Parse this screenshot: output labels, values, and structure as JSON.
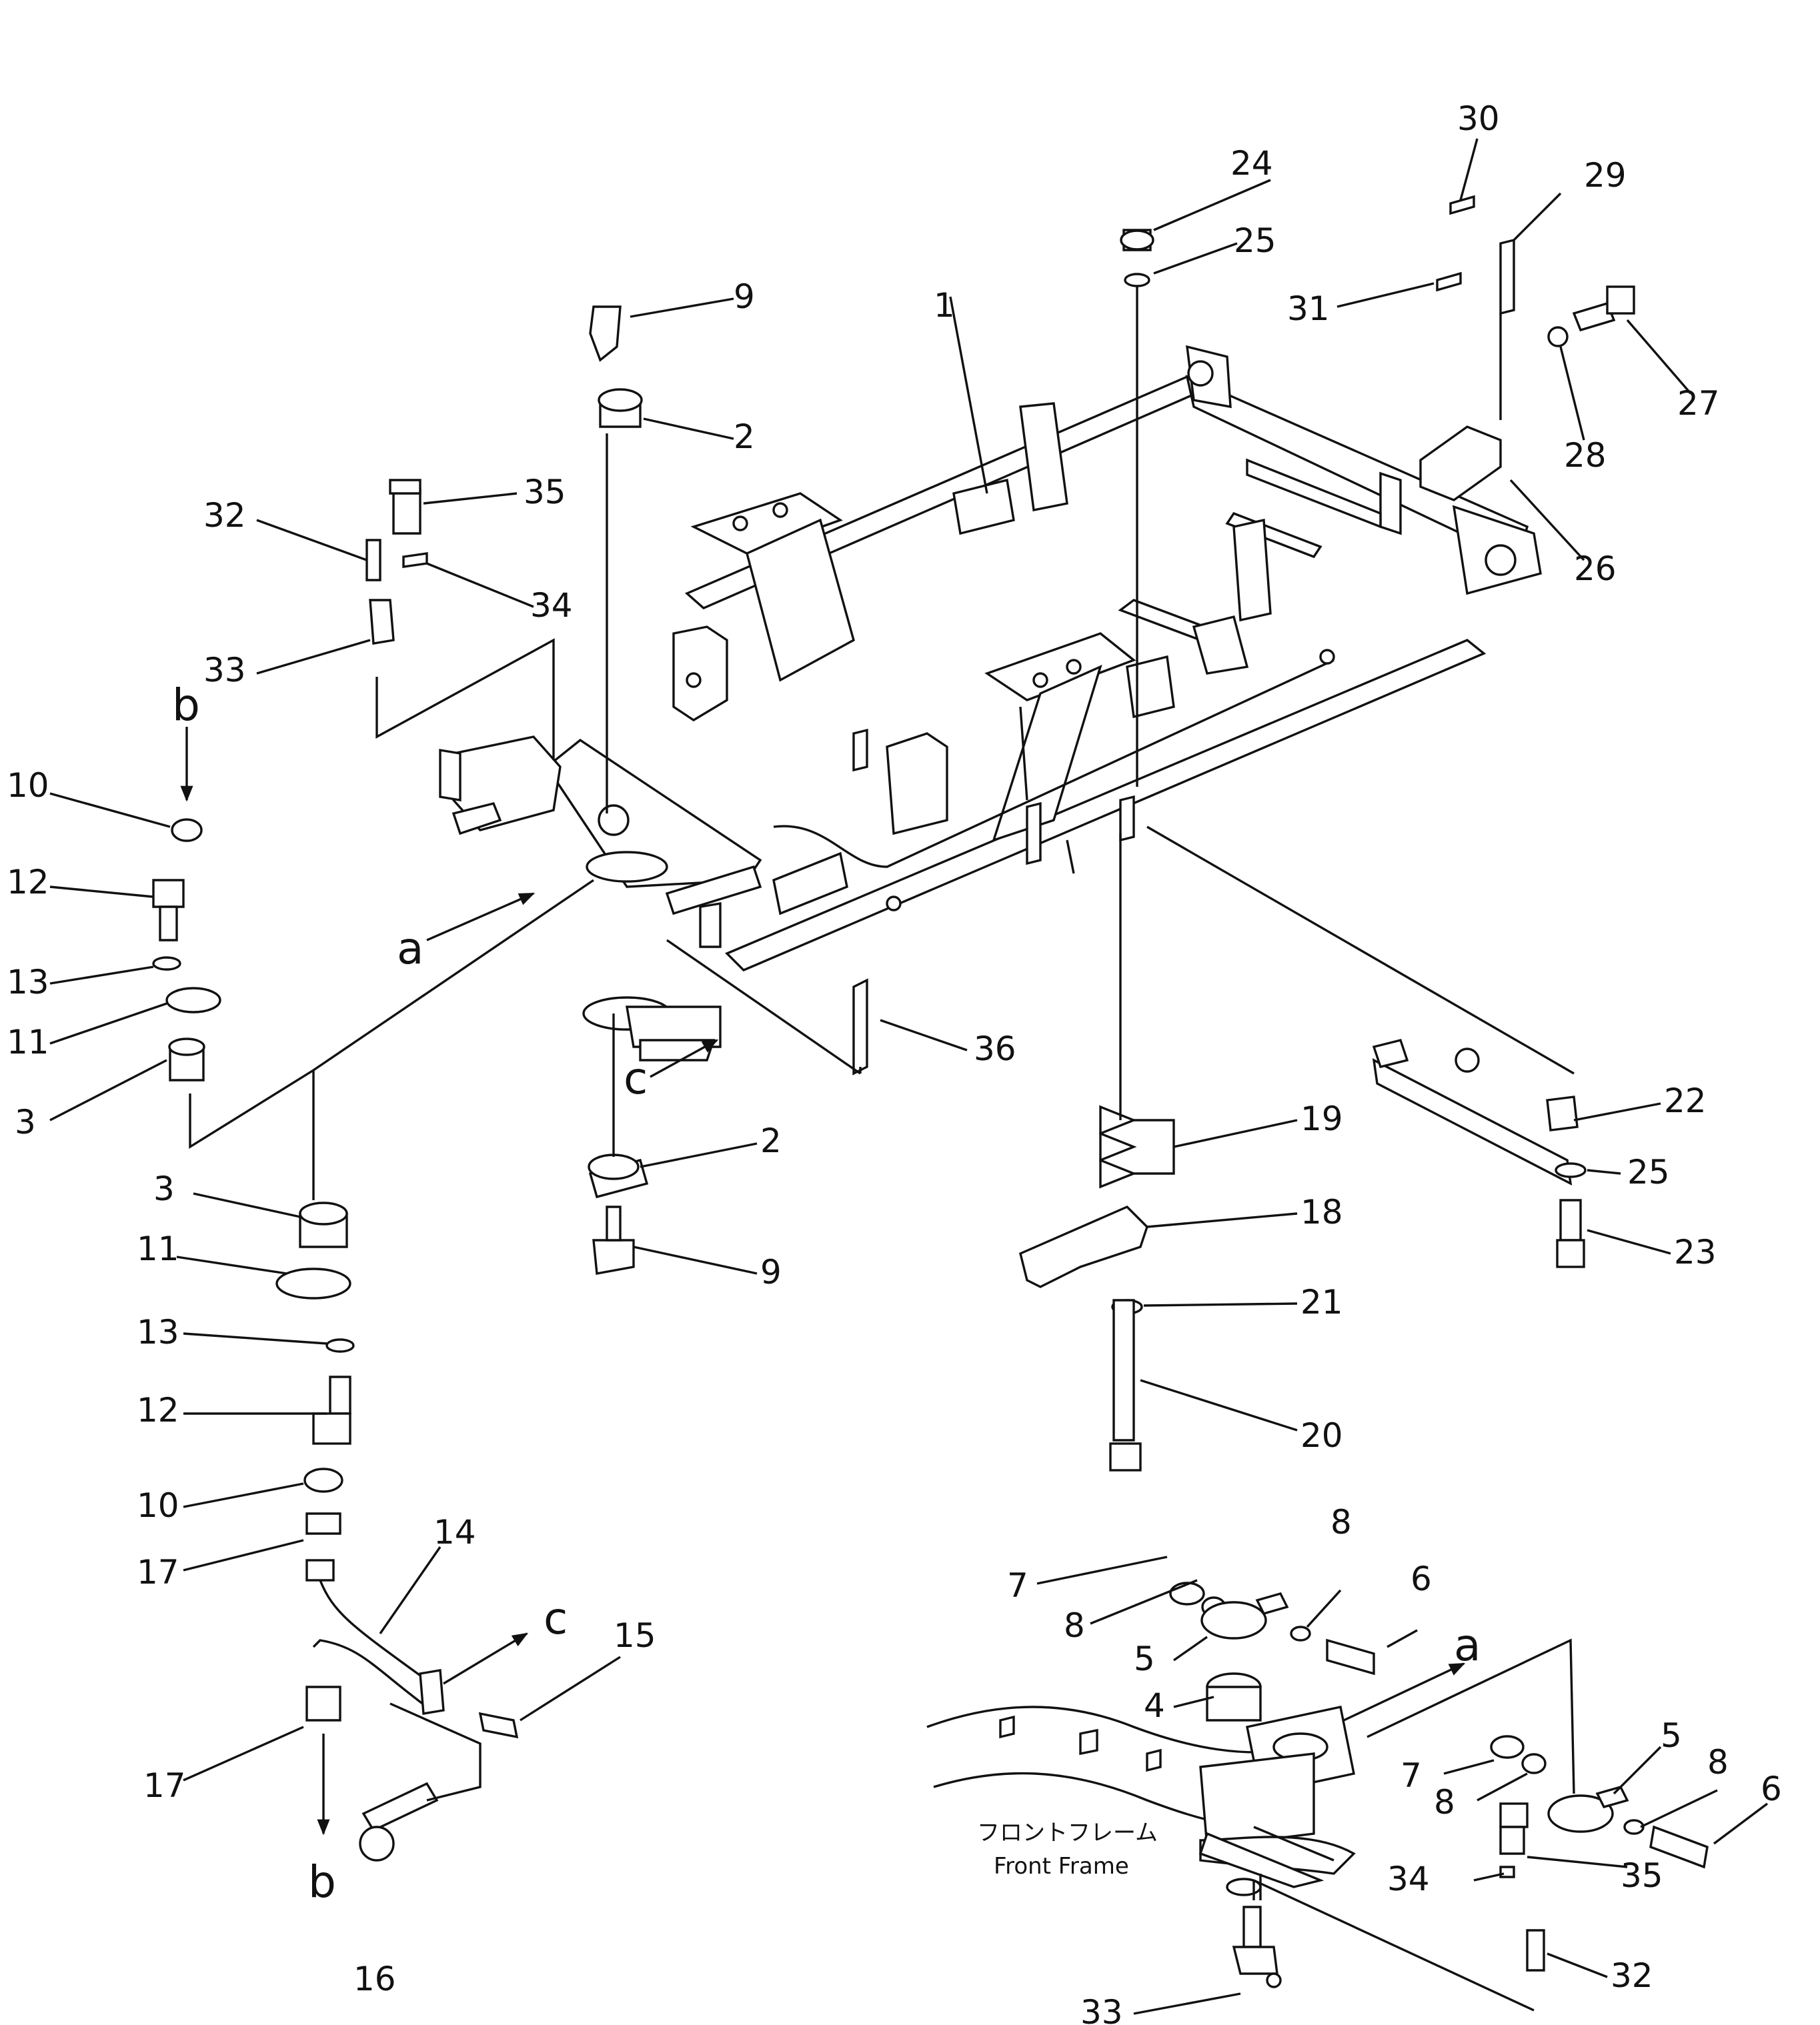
{
  "diagram": {
    "callouts": [
      "30",
      "29",
      "24",
      "25",
      "31",
      "27",
      "9",
      "1",
      "28",
      "2",
      "35",
      "26",
      "32",
      "34",
      "33",
      "10",
      "12",
      "13",
      "11",
      "3",
      "36",
      "22",
      "19",
      "25",
      "3",
      "2",
      "11",
      "18",
      "23",
      "9",
      "13",
      "21",
      "12",
      "20",
      "10",
      "14",
      "17",
      "8",
      "6",
      "7",
      "8",
      "5",
      "15",
      "4",
      "17",
      "5",
      "7",
      "8",
      "6",
      "8",
      "16",
      "35",
      "34",
      "32",
      "33"
    ],
    "arrow_labels": [
      "b",
      "a",
      "c",
      "c",
      "b",
      "a"
    ],
    "front_frame_jp": "フロントフレーム",
    "front_frame_en": "Front Frame"
  }
}
